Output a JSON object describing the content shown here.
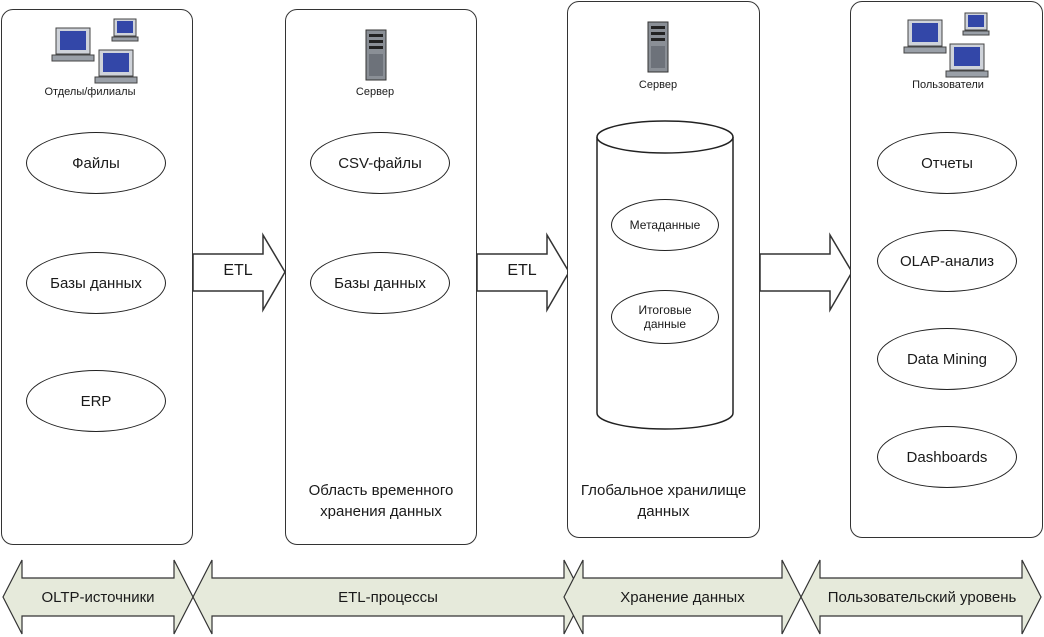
{
  "columns": [
    {
      "caption": "Отделы/филиалы",
      "icon": "computers-icon",
      "items": [
        "Файлы",
        "Базы данных",
        "ERP"
      ]
    },
    {
      "caption": "Сервер",
      "icon": "server-icon",
      "items": [
        "CSV-файлы",
        "Базы данных"
      ],
      "bottom_text": "Область временного хранения данных"
    },
    {
      "caption": "Сервер",
      "icon": "server-icon",
      "items": [
        "Метаданные",
        "Итоговые данные"
      ],
      "bottom_text": "Глобальное хранилище данных"
    },
    {
      "caption": "Пользователи",
      "icon": "computers-icon",
      "items": [
        "Отчеты",
        "OLAP-анализ",
        "Data Mining",
        "Dashboards"
      ]
    }
  ],
  "arrows": [
    "ETL",
    "ETL",
    ""
  ],
  "bands": [
    "OLTP-источники",
    "ETL-процессы",
    "Хранение данных",
    "Пользовательский уровень"
  ],
  "colors": {
    "band_fill": "#e6eadb",
    "stroke": "#333333"
  }
}
